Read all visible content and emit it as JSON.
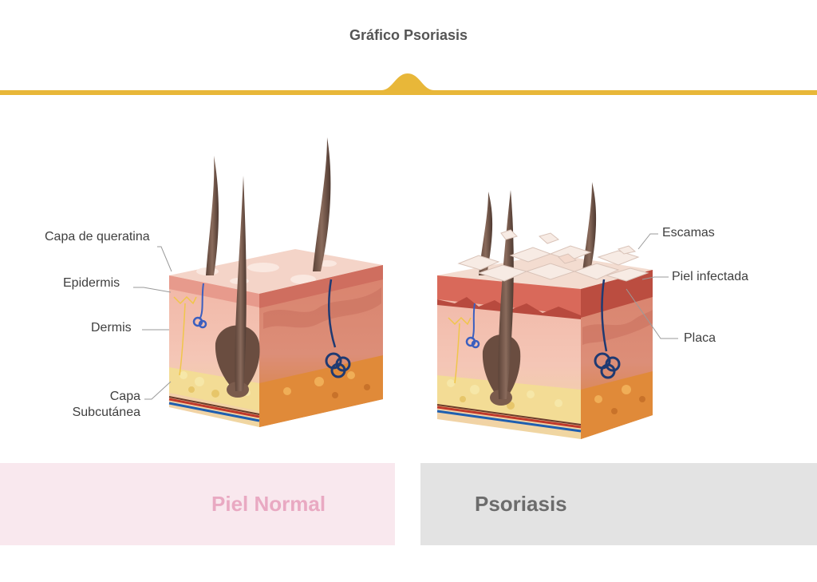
{
  "title": "Gráfico Psoriasis",
  "colors": {
    "accent_line": "#e8b739",
    "normal_panel_bg": "#f9e8ee",
    "normal_panel_text": "#e9a9c2",
    "psoriasis_panel_bg": "#e3e3e3",
    "psoriasis_panel_text": "#6c6c6c"
  },
  "labels_normal": {
    "keratin": "Capa de queratina",
    "epidermis": "Epidermis",
    "dermis": "Dermis",
    "subcutaneous_1": "Capa",
    "subcutaneous_2": "Subcutánea"
  },
  "labels_psoriasis": {
    "scales": "Escamas",
    "infected_skin": "Piel infectada",
    "plaque": "Placa"
  },
  "panels": {
    "normal": "Piel Normal",
    "psoriasis": "Psoriasis"
  }
}
